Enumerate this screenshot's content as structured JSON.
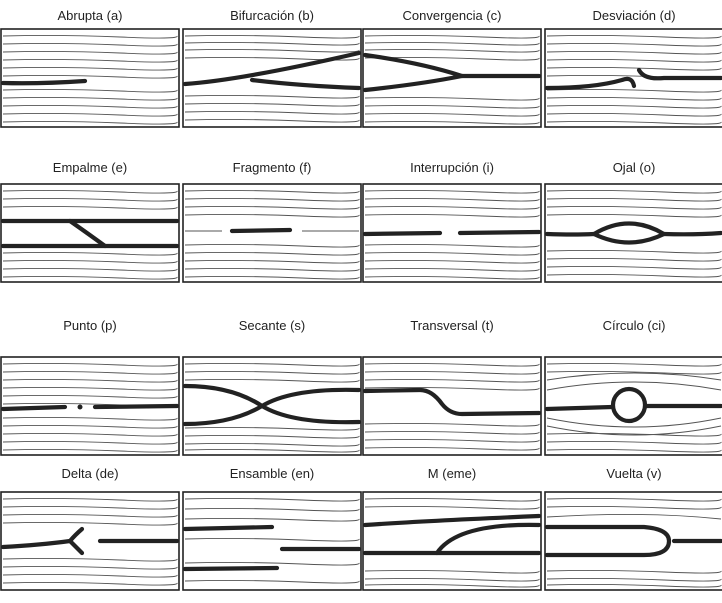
{
  "figure": {
    "items": [
      {
        "id": "a",
        "label": "Abrupta (a)"
      },
      {
        "id": "b",
        "label": "Bifurcación (b)"
      },
      {
        "id": "c",
        "label": "Convergencia (c)"
      },
      {
        "id": "d",
        "label": "Desviación (d)"
      },
      {
        "id": "e",
        "label": "Empalme  (e)"
      },
      {
        "id": "f",
        "label": "Fragmento  (f)"
      },
      {
        "id": "i",
        "label": "Interrupción  (i)"
      },
      {
        "id": "o",
        "label": "Ojal  (o)"
      },
      {
        "id": "p",
        "label": "Punto  (p)"
      },
      {
        "id": "s",
        "label": "Secante  (s)"
      },
      {
        "id": "t",
        "label": "Transversal  (t)"
      },
      {
        "id": "ci",
        "label": "Círculo  (ci)"
      },
      {
        "id": "de",
        "label": "Delta (de)"
      },
      {
        "id": "en",
        "label": "Ensamble (en)"
      },
      {
        "id": "m",
        "label": "M (eme)"
      },
      {
        "id": "v",
        "label": "Vuelta (v)"
      }
    ]
  }
}
